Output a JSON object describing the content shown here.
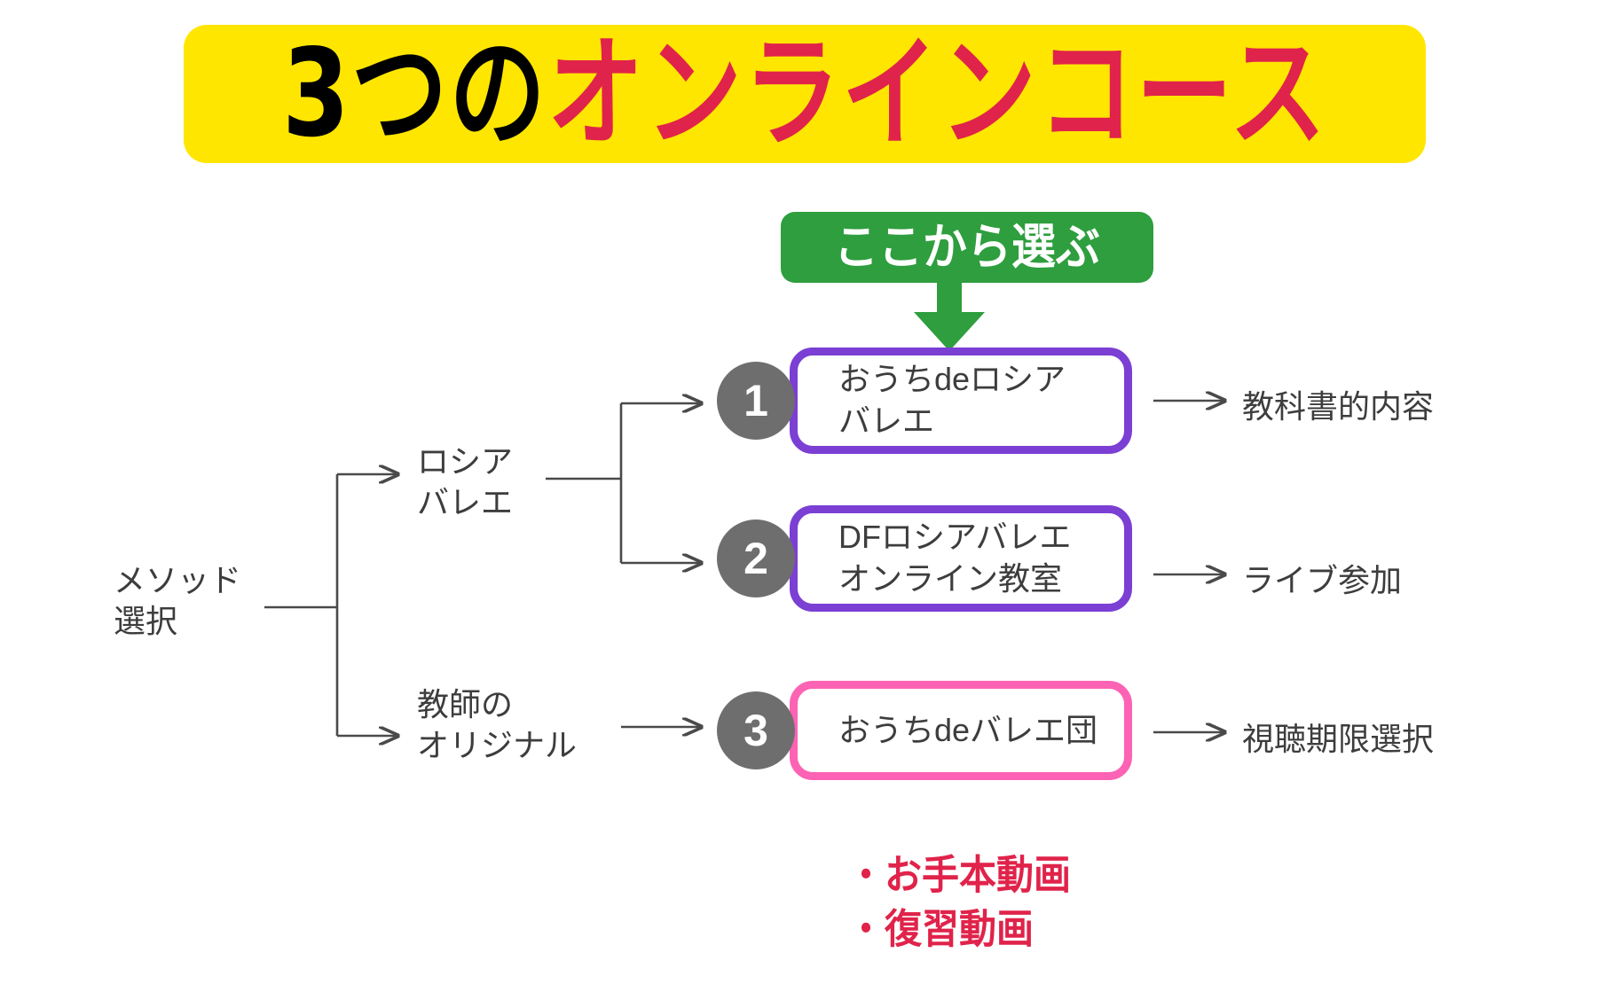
{
  "title": {
    "black_part": "3つの",
    "red_part": "オンラインコース",
    "full": "3つのオンラインコース",
    "banner_color": "#ffe600",
    "black_color": "#000000",
    "red_color": "#e0234a"
  },
  "callout": {
    "text": "ここから選ぶ",
    "bg_color": "#2e9e3e",
    "text_color": "#ffffff",
    "arrow_direction": "down"
  },
  "tree": {
    "root_label": "メソッド\n選択",
    "branches": [
      {
        "label": "ロシア\nバレエ"
      },
      {
        "label": "教師の\nオリジナル"
      }
    ]
  },
  "courses": [
    {
      "number": "1",
      "title": "おうちdeロシア\nバレエ",
      "note": "教科書的内容",
      "border_color": "#7b3fd4",
      "badge_color": "#6e6e6e"
    },
    {
      "number": "2",
      "title": "DFロシアバレエ\nオンライン教室",
      "note": "ライブ参加",
      "border_color": "#7b3fd4",
      "badge_color": "#6e6e6e"
    },
    {
      "number": "3",
      "title": "おうちdeバレエ団",
      "note": "視聴期限選択",
      "border_color": "#fc63b4",
      "badge_color": "#6e6e6e"
    }
  ],
  "bullets": {
    "color": "#e0234a",
    "items": [
      "・お手本動画",
      "・復習動画"
    ]
  }
}
